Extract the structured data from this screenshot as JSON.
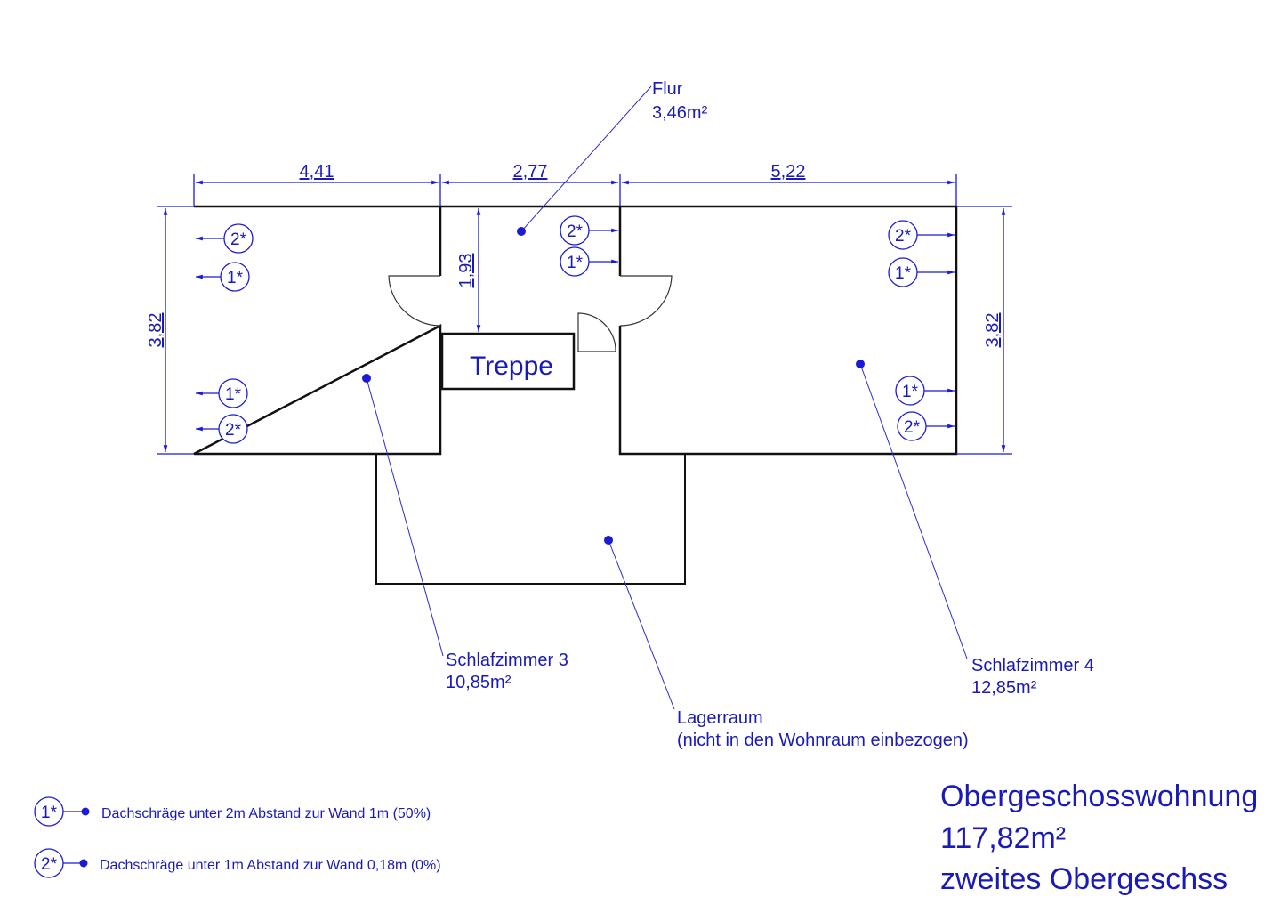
{
  "dimensions": {
    "top_left": "4,41",
    "top_mid": "2,77",
    "top_right": "5,22",
    "left_height": "3,82",
    "right_height": "3,82",
    "flur_depth": "1,93"
  },
  "rooms": {
    "flur": {
      "name": "Flur",
      "area": "3,46m²"
    },
    "treppe": {
      "name": "Treppe"
    },
    "schlafzimmer3": {
      "name": "Schlafzimmer 3",
      "area": "10,85m²"
    },
    "schlafzimmer4": {
      "name": "Schlafzimmer 4",
      "area": "12,85m²"
    },
    "lagerraum": {
      "name": "Lagerraum",
      "note": "(nicht in den Wohnraum einbezogen)"
    }
  },
  "markers": {
    "one": "1*",
    "two": "2*"
  },
  "legend": [
    {
      "marker": "1*",
      "text": "Dachschräge unter 2m Abstand zur Wand 1m (50%)"
    },
    {
      "marker": "2*",
      "text": "Dachschräge unter 1m Abstand zur Wand 0,18m (0%)"
    }
  ],
  "title": {
    "line1": "Obergeschosswohnung",
    "line2": "117,82m²",
    "line3": "zweites Obergeschss"
  },
  "colors": {
    "annotation": "#1a1ad8",
    "wall": "#111111"
  }
}
